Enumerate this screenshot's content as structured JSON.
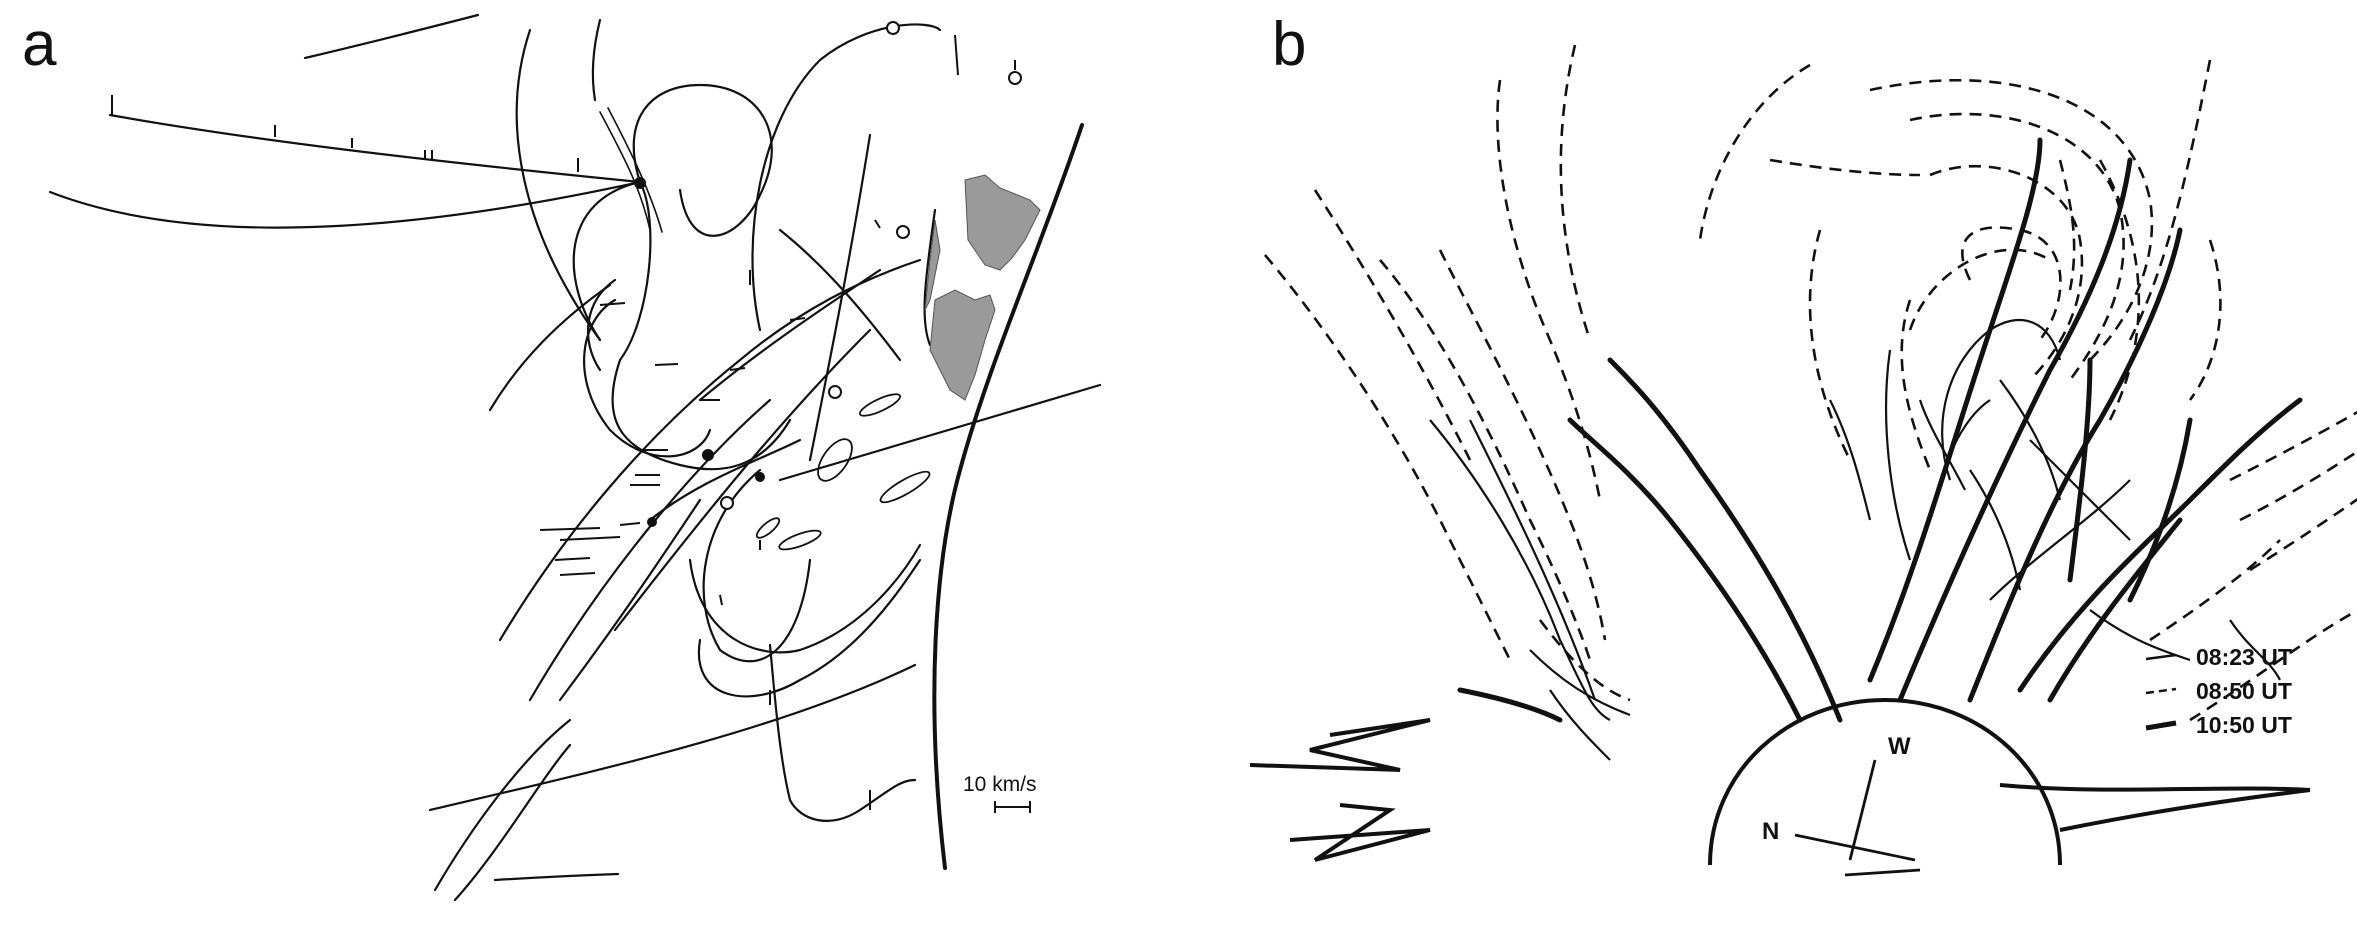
{
  "panels": [
    {
      "letter": "a",
      "scale_label": "10 km/s"
    },
    {
      "letter": "b",
      "legend": [
        {
          "label": "08:23 UT",
          "style": "thin-solid"
        },
        {
          "label": "08:50 UT",
          "style": "dashed"
        },
        {
          "label": "10:50 UT",
          "style": "thick-solid"
        }
      ],
      "compass": {
        "west": "W",
        "north": "N"
      }
    }
  ],
  "colors": {
    "ink": "#111111",
    "shading": "#9a9a9a",
    "background": "#ffffff"
  }
}
